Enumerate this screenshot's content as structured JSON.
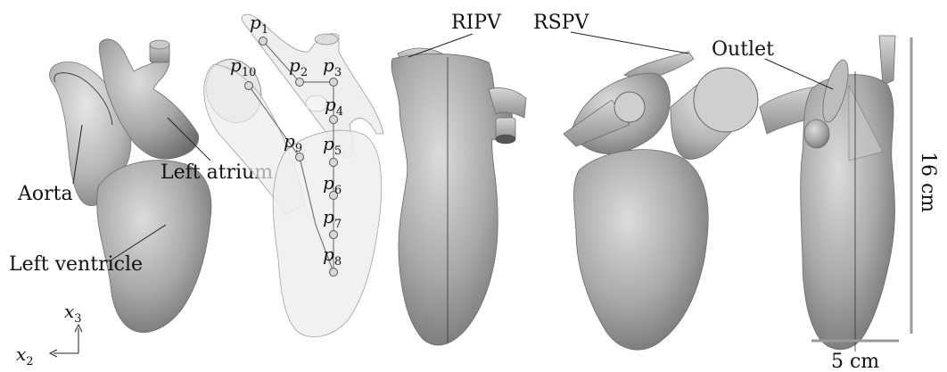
{
  "labels": {
    "aorta": "Aorta",
    "left_atrium": "Left atrium",
    "left_ventricle": "Left ventricle",
    "ripv": "RIPV",
    "rspv": "RSPV",
    "outlet": "Outlet"
  },
  "axes": {
    "x3": "x",
    "x3_sub": "3",
    "x2": "x",
    "x2_sub": "2"
  },
  "scale": {
    "vertical": "16 cm",
    "horizontal": "5 cm"
  },
  "points": [
    {
      "p": "p",
      "n": "1"
    },
    {
      "p": "p",
      "n": "2"
    },
    {
      "p": "p",
      "n": "3"
    },
    {
      "p": "p",
      "n": "4"
    },
    {
      "p": "p",
      "n": "5"
    },
    {
      "p": "p",
      "n": "6"
    },
    {
      "p": "p",
      "n": "7"
    },
    {
      "p": "p",
      "n": "8"
    },
    {
      "p": "p",
      "n": "9"
    },
    {
      "p": "p",
      "n": "10"
    }
  ],
  "colors": {
    "tissue_dark": "#8f8f8f",
    "tissue_light": "#e4e4e4",
    "tissue_mid": "#b9b9b9",
    "cut_face": "#cfcfcf",
    "scale_bar": "#9a9a9a"
  }
}
